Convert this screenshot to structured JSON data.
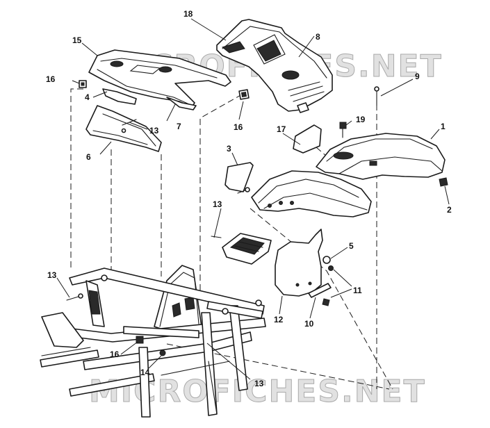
{
  "callouts": {
    "c1": "1",
    "c2": "2",
    "c3": "3",
    "c4": "4",
    "c5": "5",
    "c6": "6",
    "c7": "7",
    "c8": "8",
    "c9": "9",
    "c10": "10",
    "c11": "11",
    "c12": "12",
    "c13a": "13",
    "c13b": "13",
    "c13c": "13",
    "c13d": "13",
    "c14": "14",
    "c15": "15",
    "c16a": "16",
    "c16b": "16",
    "c16c": "16",
    "c17": "17",
    "c18": "18",
    "c19": "19"
  },
  "watermark": {
    "top": "MICROFICHES.NET",
    "bottom": "MICROFICHES.NET"
  },
  "colors": {
    "line": "#1a1a1a",
    "watermark": "#c8c8c8"
  }
}
